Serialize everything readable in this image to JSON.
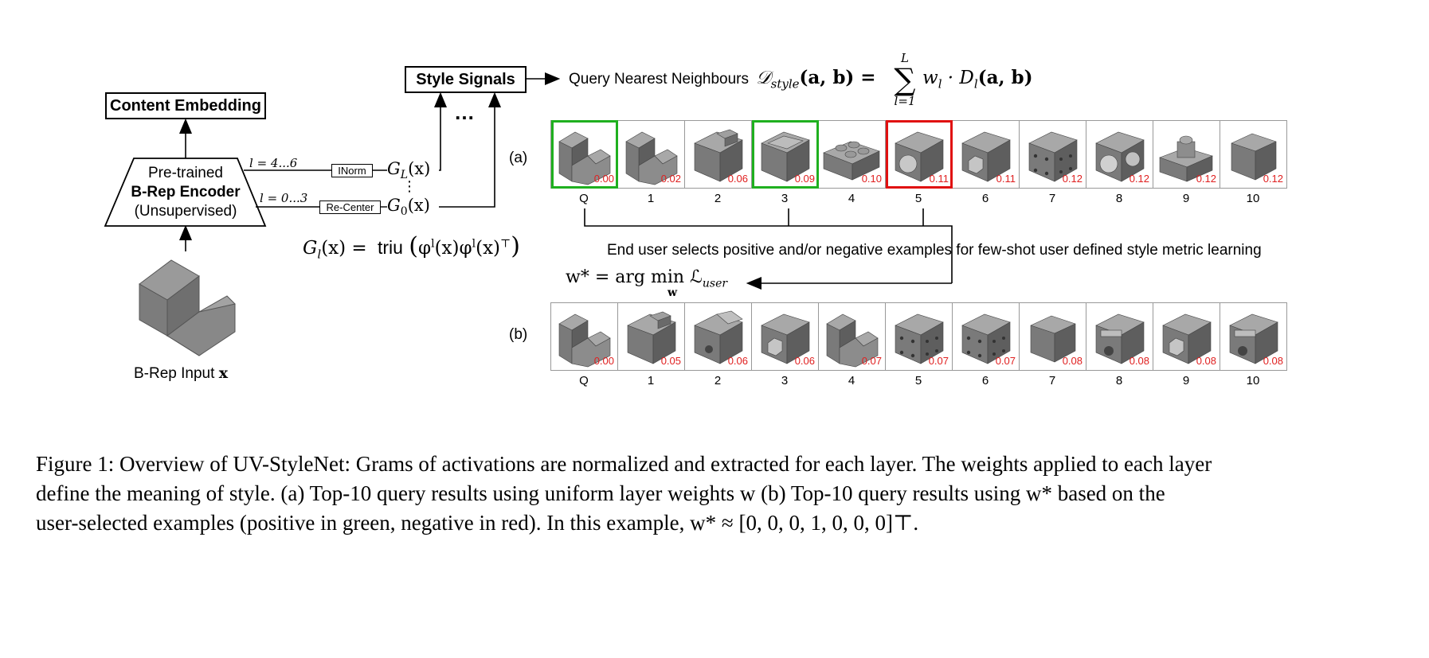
{
  "diagram": {
    "content_embedding": "Content Embedding",
    "style_signals": "Style Signals",
    "encoder_line1": "Pre-trained",
    "encoder_line2": "B-Rep Encoder",
    "encoder_line3": "(Unsupervised)",
    "layer_range_high": "l = 4...6",
    "layer_range_low": "l = 0...3",
    "inorm": "INorm",
    "recenter": "Re-Center",
    "gl_label": "G",
    "gl_sub": "L",
    "g0_sub": "0",
    "gx_arg": "(x)",
    "vdots": "⋮",
    "ellipsis": "…",
    "gram_lhs": "G",
    "gram_sub": "l",
    "gram_eq": "(x) =",
    "gram_triu": "triu",
    "gram_rhs": "(φ<sup>l</sup>(x)φ<sup>l</sup>(x)<sup>⊤</sup>)",
    "input_label": "B-Rep Input",
    "input_symbol": "x",
    "query_label": "Query Nearest Neighbours",
    "query_formula_lhs": "𝒟",
    "query_formula_sub": "style",
    "query_formula_args": "(a, b) =",
    "sum_top": "L",
    "sum_bottom": "l=1",
    "sum_sign": "∑",
    "query_formula_rhs": "w",
    "query_formula_rhs_sub": "l",
    "query_formula_rhs2": " · D",
    "query_formula_rhs3": "(a, b)",
    "row_a_label": "(a)",
    "row_b_label": "(b)",
    "selection_text": "End user selects positive and/or negative examples for few-shot user defined style metric learning",
    "wstar_formula": "w* = arg min ℒ",
    "wstar_sub_w": "w",
    "wstar_user": "user"
  },
  "row_a": {
    "indices": [
      "Q",
      "1",
      "2",
      "3",
      "4",
      "5",
      "6",
      "7",
      "8",
      "9",
      "10"
    ],
    "distances": [
      "0.00",
      "0.02",
      "0.06",
      "0.09",
      "0.10",
      "0.11",
      "0.11",
      "0.12",
      "0.12",
      "0.12",
      "0.12"
    ],
    "selection": [
      "pos",
      "none",
      "none",
      "pos",
      "none",
      "neg",
      "none",
      "none",
      "none",
      "none",
      "none"
    ],
    "shapes": [
      "L-block",
      "L-block",
      "notch-block",
      "open-box",
      "lego-brick",
      "cube-hole",
      "hex-hole",
      "dice",
      "cube-holes",
      "knob-base",
      "rounded-cube"
    ]
  },
  "row_b": {
    "indices": [
      "Q",
      "1",
      "2",
      "3",
      "4",
      "5",
      "6",
      "7",
      "8",
      "9",
      "10"
    ],
    "distances": [
      "0.00",
      "0.05",
      "0.06",
      "0.06",
      "0.07",
      "0.07",
      "0.07",
      "0.08",
      "0.08",
      "0.08",
      "0.08"
    ],
    "shapes": [
      "L-block",
      "notch-block",
      "step-hole",
      "hex-hole",
      "L-block",
      "dice",
      "dice",
      "rounded-cube",
      "slot-hole",
      "hex-hole",
      "slot-hole"
    ]
  },
  "caption": {
    "line1": "Figure 1: Overview of UV-StyleNet: Grams of activations are normalized and extracted for each layer. The weights applied to each layer",
    "line2": "define the meaning of style.  (a) Top-10 query results using uniform layer weights w (b) Top-10 query results using w* based on the",
    "line3": "user-selected examples (positive in green, negative in red). In this example, w* ≈ [0, 0, 0, 1, 0, 0, 0]⊤."
  },
  "colors": {
    "positive": "#1fb01f",
    "negative": "#e01010",
    "distance_text": "#e02020",
    "shape_gray": "#8a8a8a"
  }
}
